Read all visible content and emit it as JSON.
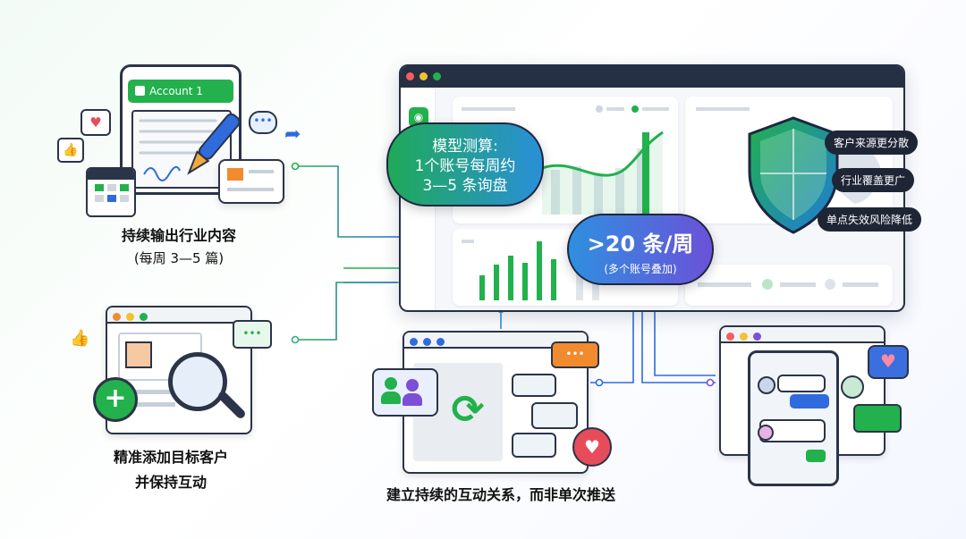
{
  "left_top": {
    "account_label": "Account 1",
    "caption_line1": "持续输出行业内容",
    "caption_line2": "(每周 3—5 篇)"
  },
  "left_bottom": {
    "caption_line1": "精准添加目标客户",
    "caption_line2": "并保持互动"
  },
  "center_bottom": {
    "caption": "建立持续的互动关系，而非单次推送"
  },
  "estimate_pill": {
    "line1": "模型测算:",
    "line2": "1个账号每周约",
    "line3": "3—5 条询盘"
  },
  "total_pill": {
    "value": ">20 条/周",
    "note": "(多个账号叠加)"
  },
  "benefits": [
    "客户来源更分散",
    "行业覆盖更广",
    "单点失效风险降低"
  ],
  "icons": {
    "chat": "speech-bubble-icon",
    "heart": "heart-icon",
    "like": "thumbs-up-icon",
    "sync": "sync-icon",
    "search": "magnifier-icon",
    "plus": "plus-icon",
    "shield": "shield-icon",
    "pen": "fountain-pen-icon",
    "calendar": "calendar-icon"
  },
  "colors": {
    "green": "#22b14c",
    "blue": "#2f6bdc",
    "purple": "#7b4fd6",
    "dark": "#263044",
    "orange": "#f28a2e"
  }
}
